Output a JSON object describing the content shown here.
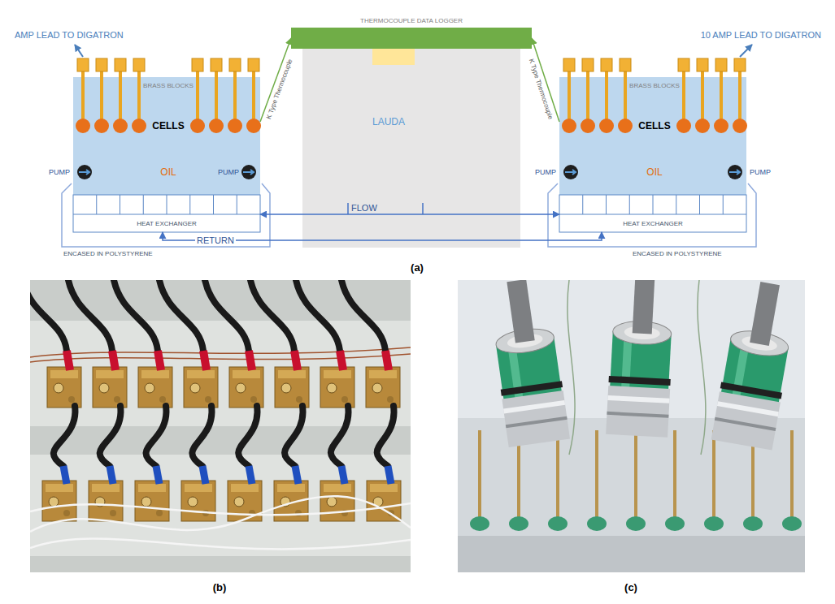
{
  "diagram": {
    "nodes": [
      {
        "text": [
          "THERMOCOUPLE DATA LOGGER"
        ]
      },
      {
        "text": [
          "LAUDA"
        ]
      },
      {
        "text": [
          "BRASS BLOCKS",
          "CELLS",
          "OIL"
        ]
      },
      {
        "text": [
          "HEAT EXCHANGER"
        ]
      },
      {
        "text": [
          "BRASS BLOCKS",
          "CELLS",
          "OIL"
        ]
      },
      {
        "text": [
          "HEAT EXCHANGER"
        ]
      }
    ],
    "edges": [
      {
        "from": 2,
        "to": 0,
        "arrow": "to",
        "label": "K Type Thermocouple"
      },
      {
        "from": 4,
        "to": 0,
        "arrow": "to",
        "label": "K Type Thermocouple"
      },
      {
        "from": 1,
        "to": 3,
        "arrow": "to",
        "label": "FLOW"
      },
      {
        "from": 1,
        "to": 5,
        "arrow": "to"
      },
      {
        "from": 1,
        "to": 3,
        "arrow": "to",
        "label": "RETURN"
      },
      {
        "from": 1,
        "to": 5,
        "arrow": "to"
      }
    ],
    "labels": [
      "AMP LEAD TO DIGATRON",
      "10 AMP LEAD TO DIGATRON",
      "PUMP",
      "PUMP",
      "PUMP",
      "PUMP",
      "ENCASED IN POLYSTYRENE",
      "ENCASED IN POLYSTYRENE",
      "(a)",
      "(b)",
      "(c)"
    ]
  }
}
